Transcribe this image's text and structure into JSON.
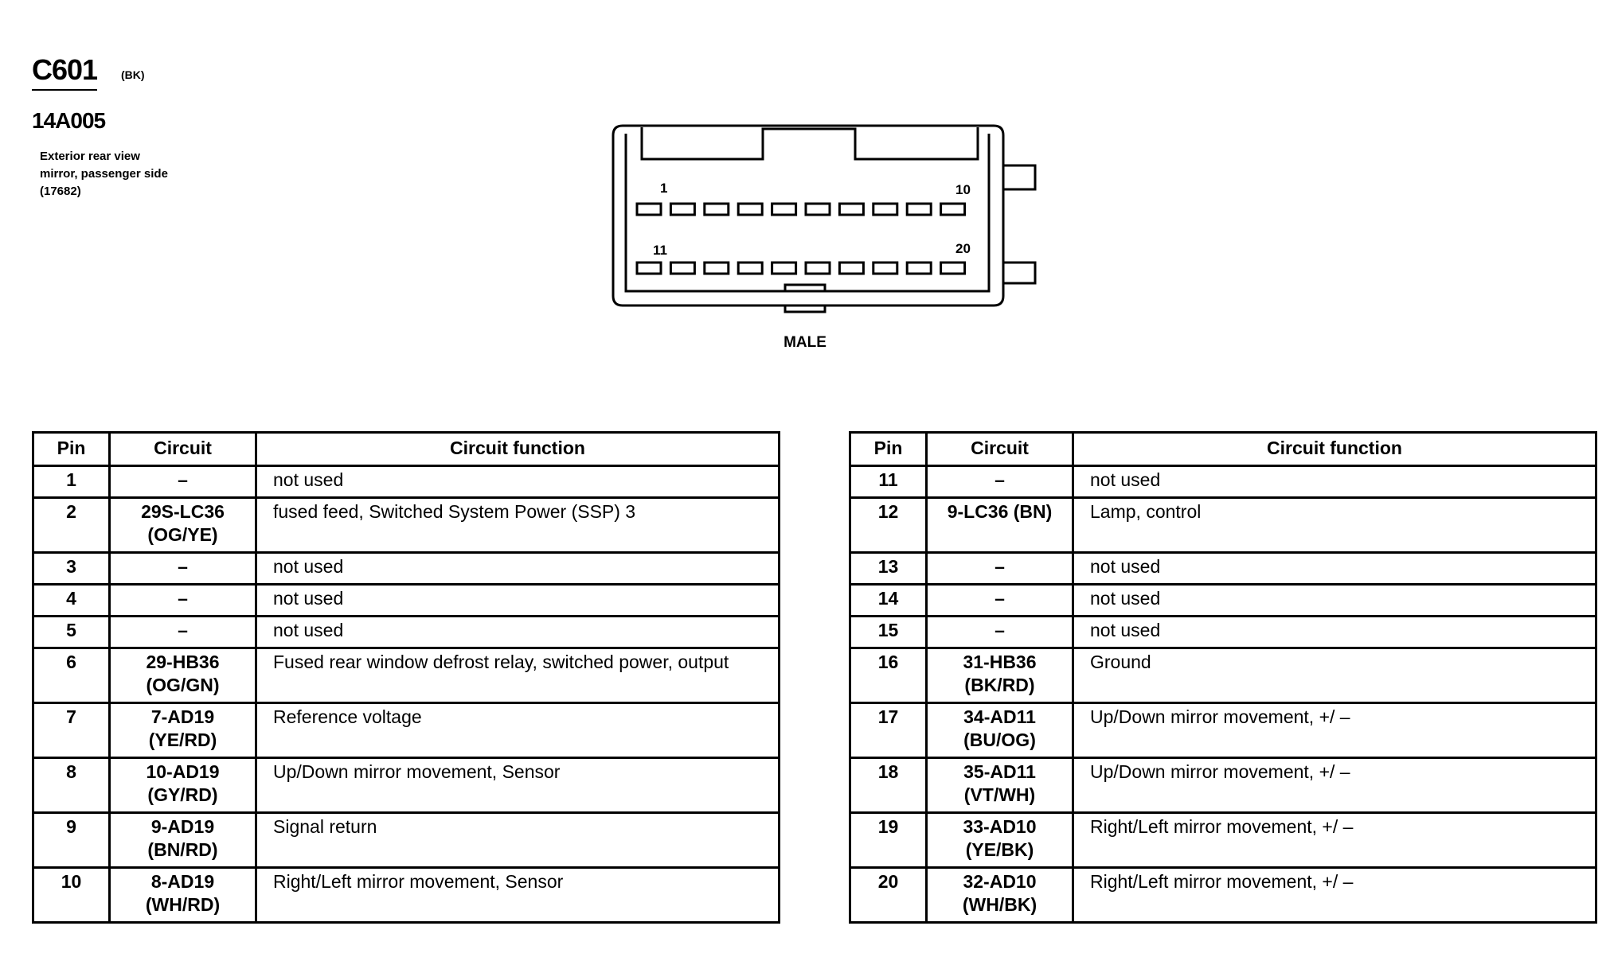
{
  "header": {
    "connector": "C601",
    "color": "(BK)",
    "part_number": "14A005",
    "description": "Exterior rear view mirror, passenger side (17682)"
  },
  "connector": {
    "top_row_first": "1",
    "top_row_last": "10",
    "bottom_row_first": "11",
    "bottom_row_last": "20",
    "gender": "MALE"
  },
  "table": {
    "columns": [
      "Pin",
      "Circuit",
      "Circuit function"
    ],
    "left_rows": [
      {
        "pin": "1",
        "circuit": "–",
        "circuit2": "",
        "function": "not used"
      },
      {
        "pin": "2",
        "circuit": "29S-LC36",
        "circuit2": "(OG/YE)",
        "function": "fused feed, Switched System Power (SSP) 3"
      },
      {
        "pin": "3",
        "circuit": "–",
        "circuit2": "",
        "function": "not used"
      },
      {
        "pin": "4",
        "circuit": "–",
        "circuit2": "",
        "function": "not used"
      },
      {
        "pin": "5",
        "circuit": "–",
        "circuit2": "",
        "function": "not used"
      },
      {
        "pin": "6",
        "circuit": "29-HB36",
        "circuit2": "(OG/GN)",
        "function": "Fused rear window defrost relay, switched power, output"
      },
      {
        "pin": "7",
        "circuit": "7-AD19",
        "circuit2": "(YE/RD)",
        "function": "Reference voltage"
      },
      {
        "pin": "8",
        "circuit": "10-AD19",
        "circuit2": "(GY/RD)",
        "function": "Up/Down mirror movement, Sensor"
      },
      {
        "pin": "9",
        "circuit": "9-AD19",
        "circuit2": "(BN/RD)",
        "function": "Signal return"
      },
      {
        "pin": "10",
        "circuit": "8-AD19",
        "circuit2": "(WH/RD)",
        "function": "Right/Left mirror movement, Sensor"
      }
    ],
    "right_rows": [
      {
        "pin": "11",
        "circuit": "–",
        "circuit2": "",
        "function": "not used"
      },
      {
        "pin": "12",
        "circuit": "9-LC36 (BN)",
        "circuit2": "",
        "function": "Lamp, control",
        "tall": true
      },
      {
        "pin": "13",
        "circuit": "–",
        "circuit2": "",
        "function": "not used"
      },
      {
        "pin": "14",
        "circuit": "–",
        "circuit2": "",
        "function": "not used"
      },
      {
        "pin": "15",
        "circuit": "–",
        "circuit2": "",
        "function": "not used"
      },
      {
        "pin": "16",
        "circuit": "31-HB36",
        "circuit2": "(BK/RD)",
        "function": "Ground"
      },
      {
        "pin": "17",
        "circuit": "34-AD11",
        "circuit2": "(BU/OG)",
        "function": "Up/Down mirror movement, +/ –"
      },
      {
        "pin": "18",
        "circuit": "35-AD11",
        "circuit2": "(VT/WH)",
        "function": "Up/Down mirror movement, +/ –"
      },
      {
        "pin": "19",
        "circuit": "33-AD10",
        "circuit2": "(YE/BK)",
        "function": "Right/Left mirror movement, +/ –"
      },
      {
        "pin": "20",
        "circuit": "32-AD10",
        "circuit2": "(WH/BK)",
        "function": "Right/Left mirror movement, +/ –"
      }
    ]
  }
}
